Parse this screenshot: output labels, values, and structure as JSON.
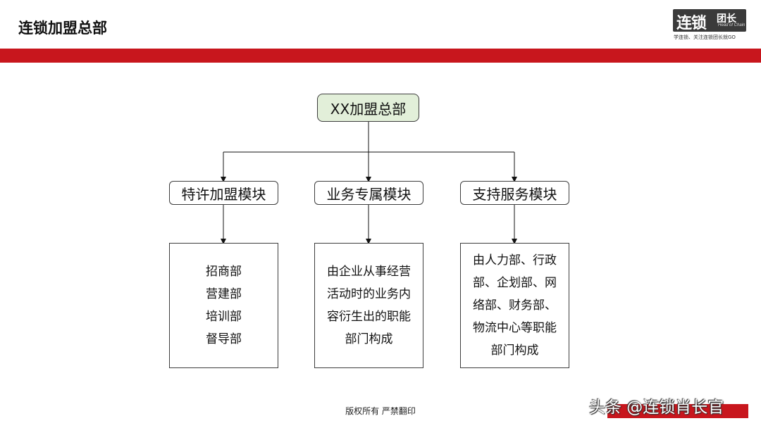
{
  "header": {
    "title": "连锁加盟总部",
    "logo": {
      "main": "连锁",
      "side": "团长",
      "sub": "Head of Chain",
      "slogan": "学连锁、关注连锁团长就GO"
    },
    "band_color": "#c8161d"
  },
  "diagram": {
    "root": {
      "label": "XX加盟总部",
      "fill": "#e2efd9"
    },
    "modules": [
      {
        "label": "特许加盟模块",
        "details": [
          "招商部",
          "营建部",
          "培训部",
          "督导部"
        ]
      },
      {
        "label": "业务专属模块",
        "details": [
          "由企业从事经营活动时的业务内容衍生出的职能部门构成"
        ]
      },
      {
        "label": "支持服务模块",
        "details": [
          "由人力部、行政部、企划部、网络部、财务部、物流中心等职能部门构成"
        ]
      }
    ]
  },
  "footer": {
    "copyright": "版权所有  严禁翻印",
    "watermark": "头条 @连锁肖长官"
  }
}
